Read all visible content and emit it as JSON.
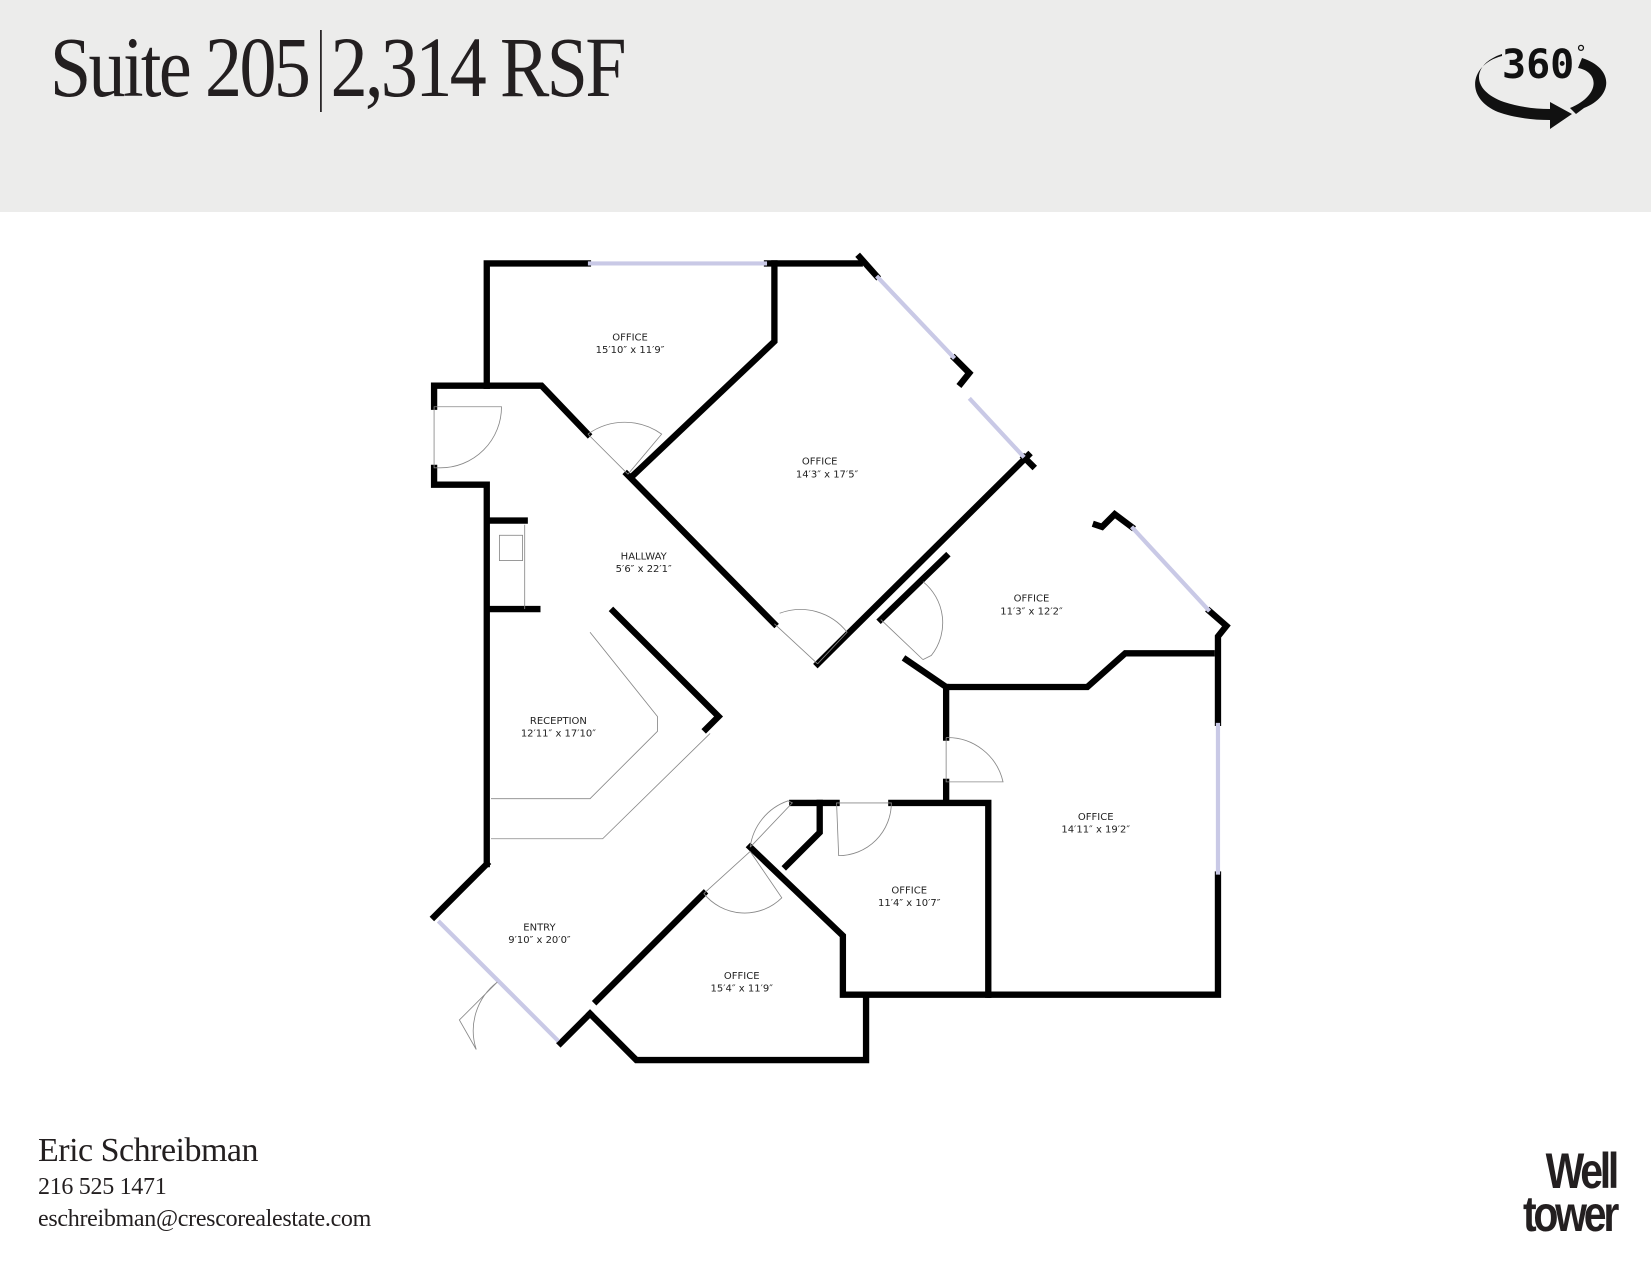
{
  "header": {
    "suite": "Suite 205",
    "area": "2,314 RSF",
    "tour_icon": {
      "name": "360-degree-tour-icon",
      "label": "360",
      "degree": "°"
    }
  },
  "floor_plan": {
    "rooms": [
      {
        "name": "OFFICE",
        "dimensions": "15′10″ x 11′9″"
      },
      {
        "name": "OFFICE",
        "dimensions": "14′3″ x 17′5″"
      },
      {
        "name": "HALLWAY",
        "dimensions": "5′6″ x 22′1″"
      },
      {
        "name": "OFFICE",
        "dimensions": "11′3″ x 12′2″"
      },
      {
        "name": "RECEPTION",
        "dimensions": "12′11″ x 17′10″"
      },
      {
        "name": "OFFICE",
        "dimensions": "14′11″ x 19′2″"
      },
      {
        "name": "OFFICE",
        "dimensions": "11′4″ x 10′7″"
      },
      {
        "name": "ENTRY",
        "dimensions": "9′10″ x 20′0″"
      },
      {
        "name": "OFFICE",
        "dimensions": "15′4″ x 11′9″"
      }
    ],
    "colors": {
      "wall": "#000000",
      "window": "#dcdcf0",
      "door_line": "#888888"
    }
  },
  "contact": {
    "name": "Eric Schreibman",
    "phone": "216 525 1471",
    "email": "eschreibman@crescorealestate.com"
  },
  "logo": {
    "line1": "Well",
    "line2": "tower"
  }
}
